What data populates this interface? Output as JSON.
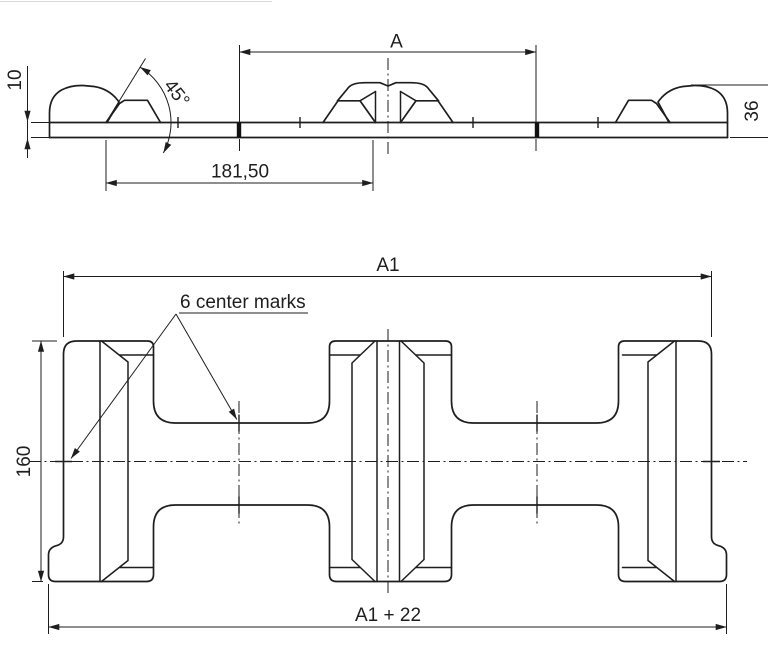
{
  "drawing": {
    "background": "#ffffff",
    "line_color": "#1e1e1e",
    "side_view": {
      "dim_top_span": "A",
      "dim_angle": "45°",
      "dim_plate_thickness": "10",
      "dim_pitch": "181,50",
      "dim_total_height": "36"
    },
    "plan_view": {
      "dim_length": "A1",
      "dim_width": "160",
      "dim_total_length": "A1 + 22",
      "note": "6 center marks"
    }
  }
}
